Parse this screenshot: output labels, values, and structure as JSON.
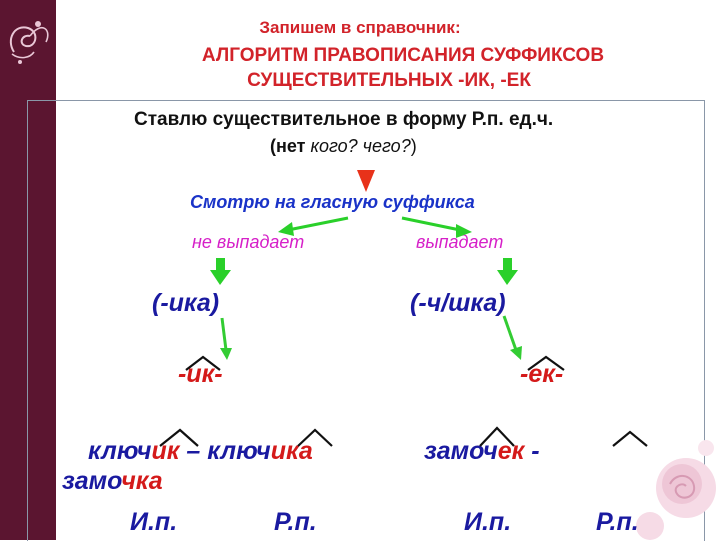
{
  "header": {
    "line1": "Запишем в справочник:",
    "line2": "АЛГОРИТМ ПРАВОПИСАНИЯ СУФФИКСОВ",
    "line3": "СУЩЕСТВИТЕЛЬНЫХ -ИК, -ЕК"
  },
  "step1": {
    "text": "Ставлю существительное в форму Р.п. ед.ч.",
    "question_prefix": "(нет ",
    "question_words": "кого? чего?",
    "question_suffix": ")"
  },
  "step2": {
    "text": "Смотрю на гласную суффикса"
  },
  "branches": {
    "left_label": "не выпадает",
    "right_label": "выпадает",
    "left_ending": "(-ика)",
    "right_ending": "(-ч/шка)",
    "left_suffix": "-ик-",
    "right_suffix": "-ек-"
  },
  "examples": {
    "w1_root": "ключ",
    "w1_suffix": "ик",
    "dash1": " – ",
    "w2_root": "ключ",
    "w2_suffix": "ика",
    "w3_root": "замоч",
    "w3_suffix": "ек",
    "dash2": " -",
    "w4_root": "замо",
    "w4_suffix": "чка"
  },
  "cases": [
    "И.п.",
    "Р.п.",
    "И.п.",
    "Р.п."
  ],
  "colors": {
    "title": "#d2232a",
    "band": "#5b1530",
    "arrow_red": "#e8321a",
    "arrow_green": "#2ad02a",
    "navy": "#1a1aa0",
    "red": "#d41a1a",
    "magenta": "#d620c8",
    "blue": "#1a33c8"
  }
}
